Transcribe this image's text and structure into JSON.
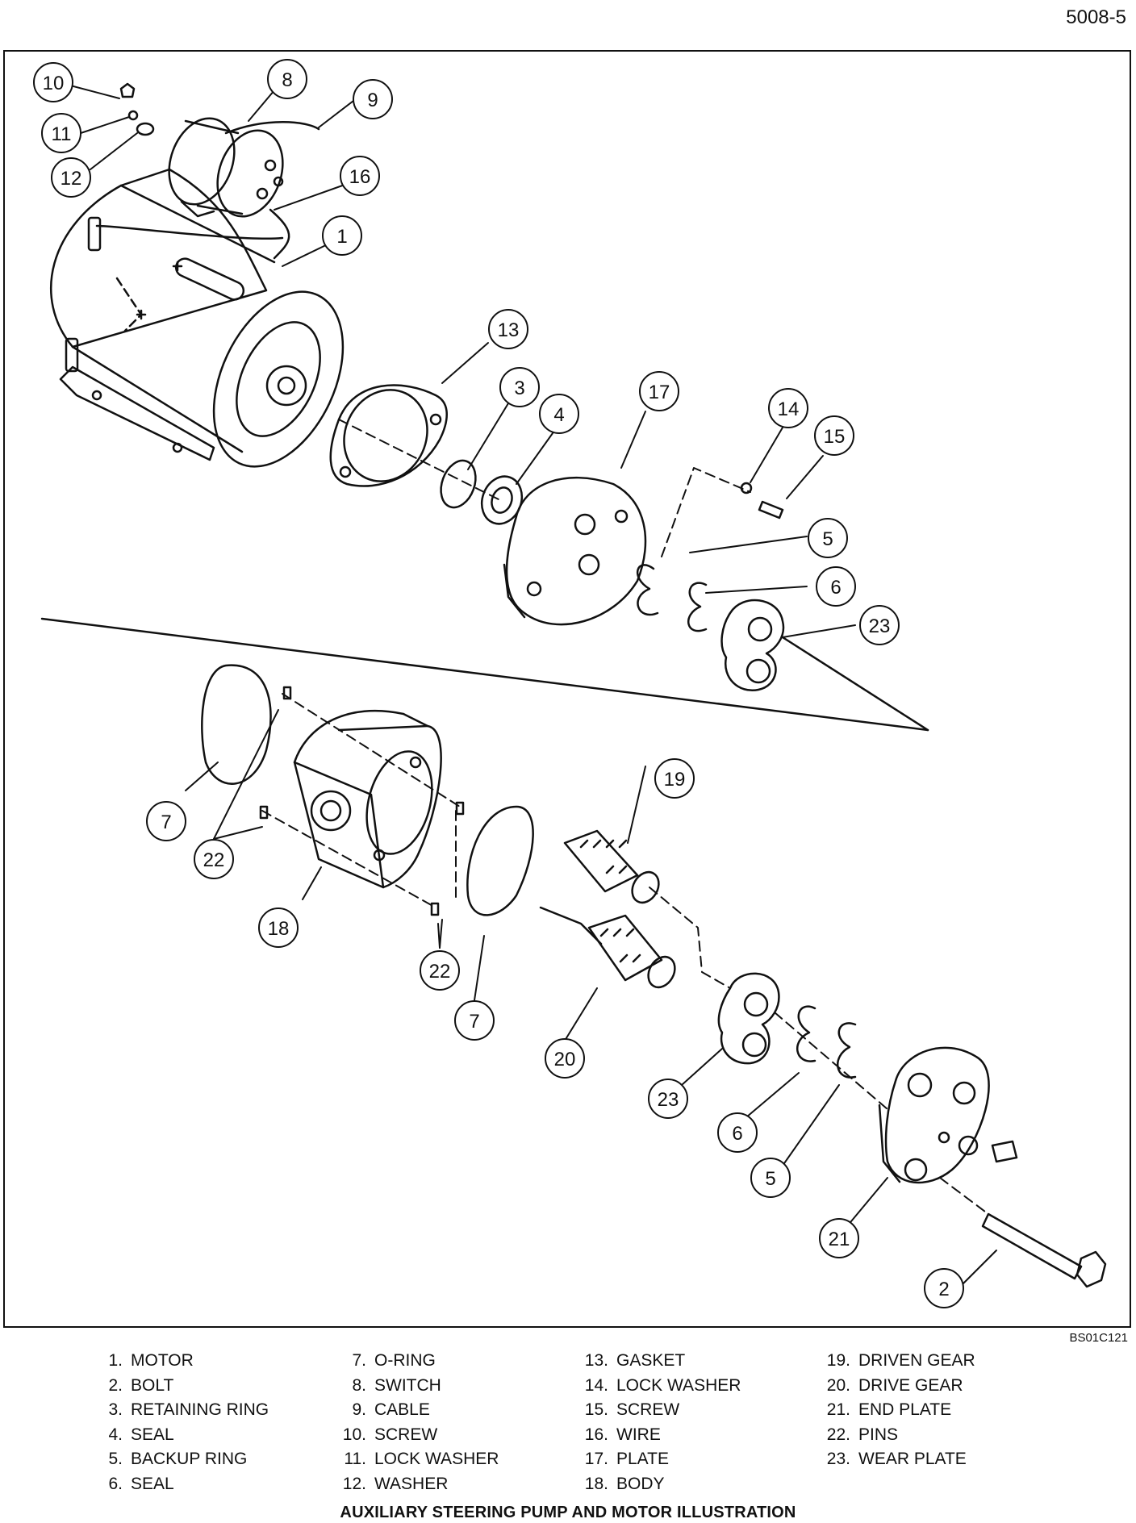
{
  "page_number": "5008-5",
  "figure_code": "BS01C121",
  "caption": "AUXILIARY STEERING PUMP AND MOTOR ILLUSTRATION",
  "legend_columns": [
    [
      {
        "num": "1.",
        "label": "MOTOR"
      },
      {
        "num": "2.",
        "label": "BOLT"
      },
      {
        "num": "3.",
        "label": "RETAINING RING"
      },
      {
        "num": "4.",
        "label": "SEAL"
      },
      {
        "num": "5.",
        "label": "BACKUP RING"
      },
      {
        "num": "6.",
        "label": "SEAL"
      }
    ],
    [
      {
        "num": "7.",
        "label": "O-RING"
      },
      {
        "num": "8.",
        "label": "SWITCH"
      },
      {
        "num": "9.",
        "label": "CABLE"
      },
      {
        "num": "10.",
        "label": "SCREW"
      },
      {
        "num": "11.",
        "label": "LOCK WASHER"
      },
      {
        "num": "12.",
        "label": "WASHER"
      }
    ],
    [
      {
        "num": "13.",
        "label": "GASKET"
      },
      {
        "num": "14.",
        "label": "LOCK WASHER"
      },
      {
        "num": "15.",
        "label": "SCREW"
      },
      {
        "num": "16.",
        "label": "WIRE"
      },
      {
        "num": "17.",
        "label": "PLATE"
      },
      {
        "num": "18.",
        "label": "BODY"
      }
    ],
    [
      {
        "num": "19.",
        "label": "DRIVEN GEAR"
      },
      {
        "num": "20.",
        "label": "DRIVE GEAR"
      },
      {
        "num": "21.",
        "label": "END PLATE"
      },
      {
        "num": "22.",
        "label": "PINS"
      },
      {
        "num": "23.",
        "label": "WEAR PLATE"
      }
    ]
  ],
  "callouts": [
    "10",
    "8",
    "9",
    "11",
    "12",
    "16",
    "1",
    "13",
    "3",
    "4",
    "17",
    "14",
    "15",
    "5",
    "6",
    "23",
    "7",
    "22",
    "18",
    "19",
    "22",
    "7",
    "20",
    "23",
    "6",
    "5",
    "21",
    "2"
  ]
}
